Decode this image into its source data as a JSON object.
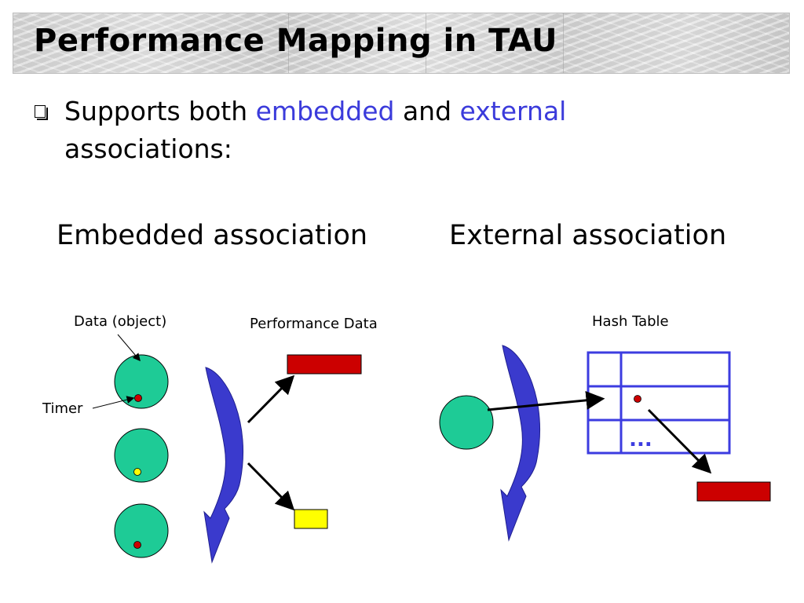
{
  "slide": {
    "title": "Performance Mapping in TAU",
    "bullet": {
      "prefix": "Supports both ",
      "term1": "embedded",
      "middle": " and ",
      "term2": "external",
      "suffix": " associations:"
    }
  },
  "embedded": {
    "heading": "Embedded association",
    "data_label": "Data (object)",
    "timer_label": "Timer",
    "perf_label": "Performance Data"
  },
  "external": {
    "heading": "External association",
    "hash_label": "Hash Table",
    "ellipsis": "..."
  },
  "colors": {
    "object": "#1ecb96",
    "red": "#cc0000",
    "yellow": "#ffff00",
    "arrow_blue": "#3a3acd",
    "table_blue": "#3c3ce0",
    "highlight": "#3b3bdb"
  }
}
